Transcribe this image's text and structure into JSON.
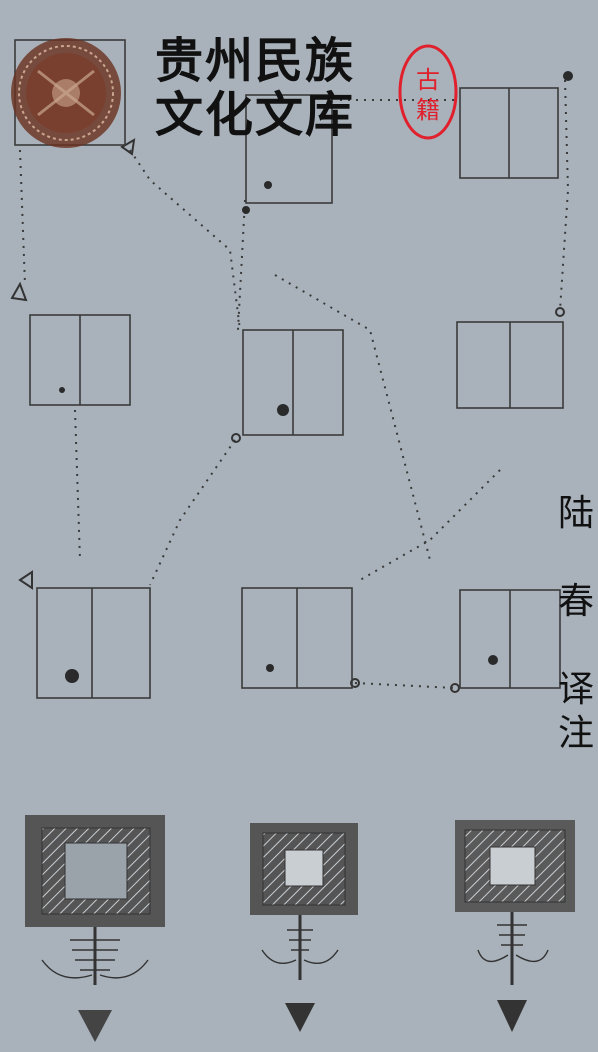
{
  "series_title": {
    "line1": "贵州民族",
    "line2": "文化文库"
  },
  "stamp_text": "古籍",
  "author": {
    "name_char1": "陆",
    "name_char2": "春",
    "role_char1": "译",
    "role_char2": "注"
  },
  "colors": {
    "background": "#a9b2bb",
    "stamp_red": "#e0202c",
    "seal_brown": "#6b3322",
    "ink": "#2a2a2a"
  },
  "icons": {
    "seal": "round-seal-icon",
    "stamp": "red-oval-stamp-icon"
  }
}
